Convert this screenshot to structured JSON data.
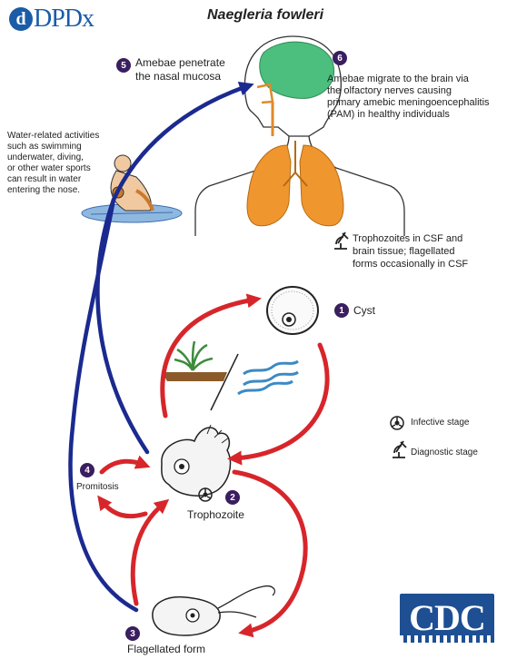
{
  "header": {
    "logo_text": "DPDx",
    "title": "Naegleria fowleri"
  },
  "stages": {
    "s1": {
      "num": "1",
      "label": "Cyst"
    },
    "s2": {
      "num": "2",
      "label": "Trophozoite"
    },
    "s3": {
      "num": "3",
      "label": "Flagellated form"
    },
    "s4": {
      "num": "4",
      "label": "Promitosis"
    },
    "s5": {
      "num": "5",
      "label_line1": "Amebae penetrate",
      "label_line2": "the nasal mucosa"
    },
    "s6": {
      "num": "6",
      "line1": "Amebae migrate to the brain via",
      "line2": "the olfactory nerves causing",
      "line3": "primary amebic meningoencephalitis",
      "line4": "(PAM) in healthy individuals"
    }
  },
  "water_note": {
    "line1": "Water-related activities",
    "line2": "such as swimming",
    "line3": "underwater, diving,",
    "line4": "or other water sports",
    "line5": "can result in water",
    "line6": "entering the nose."
  },
  "csf_note": {
    "line1": "Trophozoites in CSF and",
    "line2": "brain tissue; flagellated",
    "line3": "forms occasionally in CSF"
  },
  "legend": {
    "infective": "Infective stage",
    "diagnostic": "Diagnostic stage"
  },
  "footer": {
    "cdc_logo": "CDC"
  },
  "colors": {
    "red_arrow": "#d7262b",
    "blue_arrow": "#1b2a8f",
    "badge": "#3a1e5f",
    "lung": "#f0962f",
    "brain": "#4cbe7e"
  }
}
